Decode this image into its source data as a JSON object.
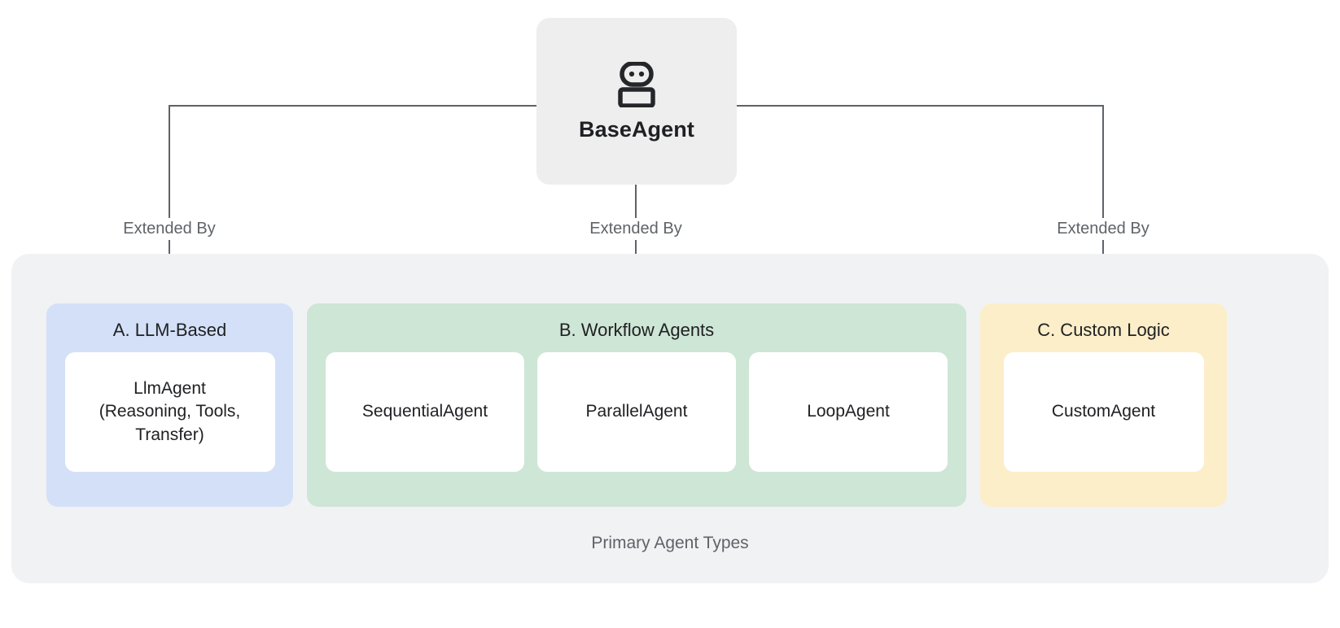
{
  "diagram": {
    "title_node": {
      "label": "BaseAgent",
      "icon": "robot-icon",
      "background": "#eeeeee"
    },
    "edges": [
      {
        "label": "Extended By",
        "from": "BaseAgent",
        "to": "A. LLM-Based"
      },
      {
        "label": "Extended By",
        "from": "BaseAgent",
        "to": "B. Workflow Agents"
      },
      {
        "label": "Extended By",
        "from": "BaseAgent",
        "to": "C. Custom Logic"
      }
    ],
    "group": {
      "caption": "Primary Agent Types",
      "background": "#f1f2f4"
    },
    "categories": [
      {
        "id": "a",
        "title": "A. LLM-Based",
        "color": "#d4e0f7",
        "leaves": [
          {
            "label": "LlmAgent\n(Reasoning, Tools,\nTransfer)"
          }
        ]
      },
      {
        "id": "b",
        "title": "B. Workflow Agents",
        "color": "#cee6d5",
        "leaves": [
          {
            "label": "SequentialAgent"
          },
          {
            "label": "ParallelAgent"
          },
          {
            "label": "LoopAgent"
          }
        ]
      },
      {
        "id": "c",
        "title": "C. Custom Logic",
        "color": "#fbeec8",
        "leaves": [
          {
            "label": "CustomAgent"
          }
        ]
      }
    ],
    "colors": {
      "connector": "#5f6368",
      "text_primary": "#202124",
      "text_muted": "#5f6368",
      "leaf_background": "#ffffff",
      "canvas": "#ffffff"
    }
  }
}
